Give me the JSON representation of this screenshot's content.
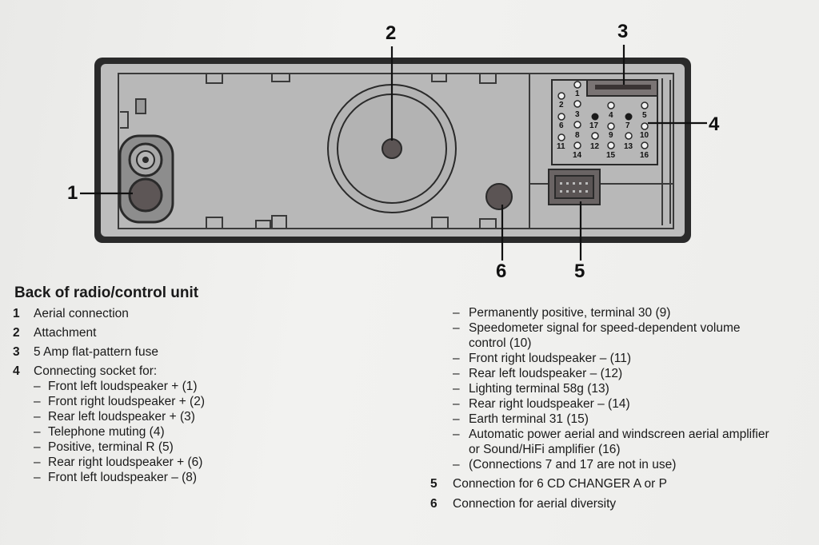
{
  "callouts": {
    "c1": "1",
    "c2": "2",
    "c3": "3",
    "c4": "4",
    "c5": "5",
    "c6": "6"
  },
  "pins": {
    "p1": "1",
    "p2": "2",
    "p3": "3",
    "p4": "4",
    "p5": "5",
    "p6": "6",
    "p7": "7",
    "p8": "8",
    "p9": "9",
    "p10": "10",
    "p11": "11",
    "p12": "12",
    "p13": "13",
    "p14": "14",
    "p15": "15",
    "p16": "16",
    "p17": "17"
  },
  "section_title": "Back of radio/control unit",
  "items": [
    {
      "num": "1",
      "text": "Aerial connection"
    },
    {
      "num": "2",
      "text": "Attachment"
    },
    {
      "num": "3",
      "text": "5 Amp flat-pattern fuse"
    },
    {
      "num": "4",
      "text": "Connecting socket for:"
    }
  ],
  "socket_left": [
    "Front left loudspeaker + (1)",
    "Front right loudspeaker + (2)",
    "Rear left loudspeaker + (3)",
    "Telephone muting (4)",
    "Positive, terminal R (5)",
    "Rear right loudspeaker + (6)",
    "Front left loudspeaker – (8)"
  ],
  "socket_right": [
    "Permanently positive, terminal 30 (9)",
    "Speedometer signal for speed-dependent volume",
    "control (10)",
    "Front right loudspeaker – (11)",
    "Rear left loudspeaker – (12)",
    "Lighting terminal 58g (13)",
    "Rear right loudspeaker – (14)",
    "Earth terminal 31 (15)",
    "Automatic power aerial and windscreen aerial amplifier",
    "or Sound/HiFi amplifier (16)",
    "(Connections 7 and 17 are not in use)"
  ],
  "items_right": [
    {
      "num": "5",
      "text": "Connection for 6 CD CHANGER A or P"
    },
    {
      "num": "6",
      "text": "Connection for aerial diversity"
    }
  ]
}
